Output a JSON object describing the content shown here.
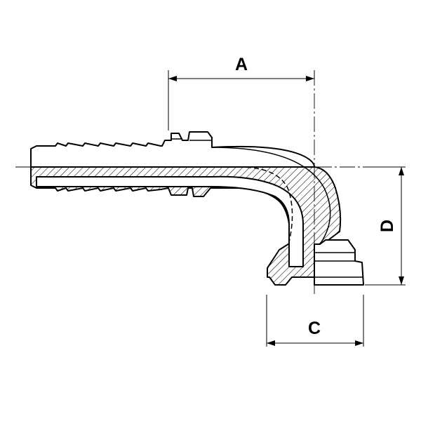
{
  "dimensions": {
    "a": "A",
    "c": "C",
    "d": "D"
  },
  "colors": {
    "line": "#000000",
    "background": "#ffffff",
    "section_fill": "#ffffff"
  }
}
